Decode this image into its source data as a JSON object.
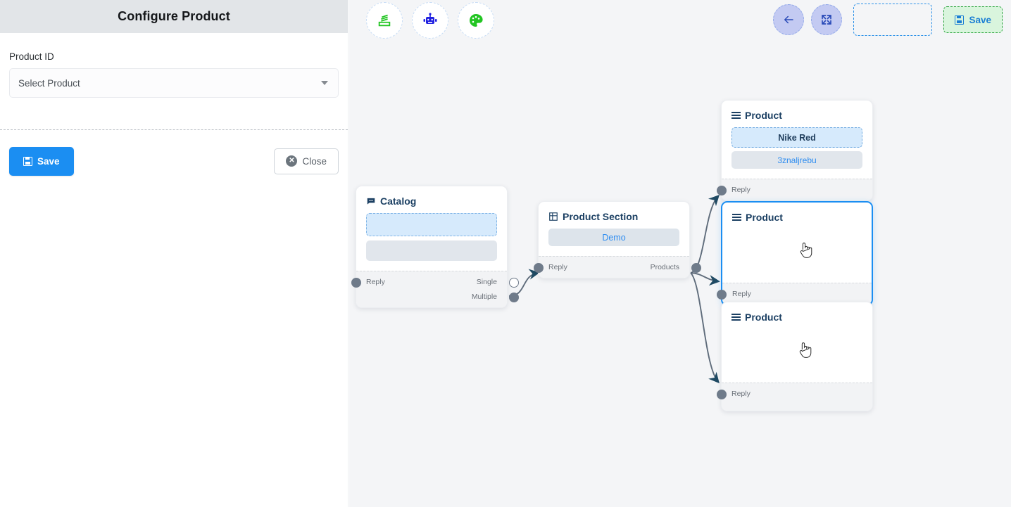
{
  "panel": {
    "title": "Configure Product",
    "field_label": "Product ID",
    "select_placeholder": "Select Product",
    "save_label": "Save",
    "close_label": "Close"
  },
  "toolbar": {
    "left_tools": [
      {
        "name": "layers-icon",
        "glyph": "layers",
        "color": "#22c522"
      },
      {
        "name": "robot-icon",
        "glyph": "robot",
        "color": "#1f1fe0"
      },
      {
        "name": "palette-icon",
        "glyph": "palette",
        "color": "#22c522"
      }
    ],
    "back_label": "←",
    "collapse_label": "collapse",
    "empty_slot_label": "",
    "save_label": "Save"
  },
  "nodes": [
    {
      "id": "catalog",
      "title": "Catalog",
      "icon": "chat-bubble-icon",
      "ports_in": [
        "Reply"
      ],
      "ports_out": [
        "Single",
        "Multiple"
      ],
      "widgets": [
        {
          "type": "ghost-dashed",
          "text": ""
        },
        {
          "type": "ghost-solid",
          "text": ""
        }
      ]
    },
    {
      "id": "product-section",
      "title": "Product Section",
      "icon": "grid-icon",
      "ports_in": [
        "Reply"
      ],
      "ports_out": [
        "Products"
      ],
      "widgets": [
        {
          "type": "chip-demo",
          "text": "Demo"
        }
      ]
    },
    {
      "id": "product-1",
      "title": "Product",
      "icon": "hamburger-icon",
      "ports_in": [
        "Reply"
      ],
      "ports_out": [],
      "selected": false,
      "widgets": [
        {
          "type": "chip-dashed",
          "text": "Nike Red"
        },
        {
          "type": "chip-solid",
          "text": "3znaljrebu"
        }
      ]
    },
    {
      "id": "product-2",
      "title": "Product",
      "icon": "hamburger-icon",
      "ports_in": [
        "Reply"
      ],
      "ports_out": [],
      "selected": true,
      "widgets": []
    },
    {
      "id": "product-3",
      "title": "Product",
      "icon": "hamburger-icon",
      "ports_in": [
        "Reply"
      ],
      "ports_out": [],
      "selected": false,
      "widgets": []
    }
  ],
  "colors": {
    "accent_blue": "#1b8ef2",
    "panel_header": "#e2e5e8",
    "canvas_bg": "#f4f5f7",
    "node_title": "#1c4063",
    "save_green_bg": "#d9f5dd",
    "save_green_border": "#2aa33c",
    "edge": "#5f6c7b"
  }
}
